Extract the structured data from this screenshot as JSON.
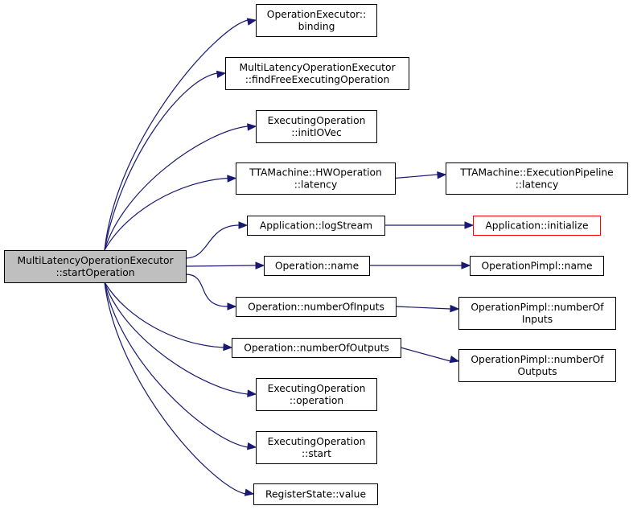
{
  "diagram": {
    "type": "call-graph",
    "colors": {
      "edge": "#191970",
      "root_fill": "#bfbfbf",
      "node_border": "#000000",
      "highlight_border": "#ff0000"
    },
    "nodes": [
      {
        "id": "root",
        "lines": [
          "MultiLatencyOperationExecutor",
          "::startOperation"
        ]
      },
      {
        "id": "n1",
        "lines": [
          "OperationExecutor::",
          "binding"
        ]
      },
      {
        "id": "n2",
        "lines": [
          "MultiLatencyOperationExecutor",
          "::findFreeExecutingOperation"
        ]
      },
      {
        "id": "n3",
        "lines": [
          "ExecutingOperation",
          "::initIOVec"
        ]
      },
      {
        "id": "n4",
        "lines": [
          "TTAMachine::HWOperation",
          "::latency"
        ]
      },
      {
        "id": "n5",
        "lines": [
          "TTAMachine::ExecutionPipeline",
          "::latency"
        ]
      },
      {
        "id": "n6",
        "lines": [
          "Application::logStream"
        ]
      },
      {
        "id": "n7",
        "lines": [
          "Application::initialize"
        ]
      },
      {
        "id": "n8",
        "lines": [
          "Operation::name"
        ]
      },
      {
        "id": "n9",
        "lines": [
          "OperationPimpl::name"
        ]
      },
      {
        "id": "n10",
        "lines": [
          "Operation::numberOfInputs"
        ]
      },
      {
        "id": "n11",
        "lines": [
          "OperationPimpl::numberOf",
          "Inputs"
        ]
      },
      {
        "id": "n12",
        "lines": [
          "Operation::numberOfOutputs"
        ]
      },
      {
        "id": "n13",
        "lines": [
          "OperationPimpl::numberOf",
          "Outputs"
        ]
      },
      {
        "id": "n14",
        "lines": [
          "ExecutingOperation",
          "::operation"
        ]
      },
      {
        "id": "n15",
        "lines": [
          "ExecutingOperation",
          "::start"
        ]
      },
      {
        "id": "n16",
        "lines": [
          "RegisterState::value"
        ]
      }
    ],
    "edges": [
      [
        "root",
        "n1"
      ],
      [
        "root",
        "n2"
      ],
      [
        "root",
        "n3"
      ],
      [
        "root",
        "n4"
      ],
      [
        "root",
        "n6"
      ],
      [
        "root",
        "n8"
      ],
      [
        "root",
        "n10"
      ],
      [
        "root",
        "n12"
      ],
      [
        "root",
        "n14"
      ],
      [
        "root",
        "n15"
      ],
      [
        "root",
        "n16"
      ],
      [
        "n4",
        "n5"
      ],
      [
        "n6",
        "n7"
      ],
      [
        "n8",
        "n9"
      ],
      [
        "n10",
        "n11"
      ],
      [
        "n12",
        "n13"
      ]
    ]
  }
}
